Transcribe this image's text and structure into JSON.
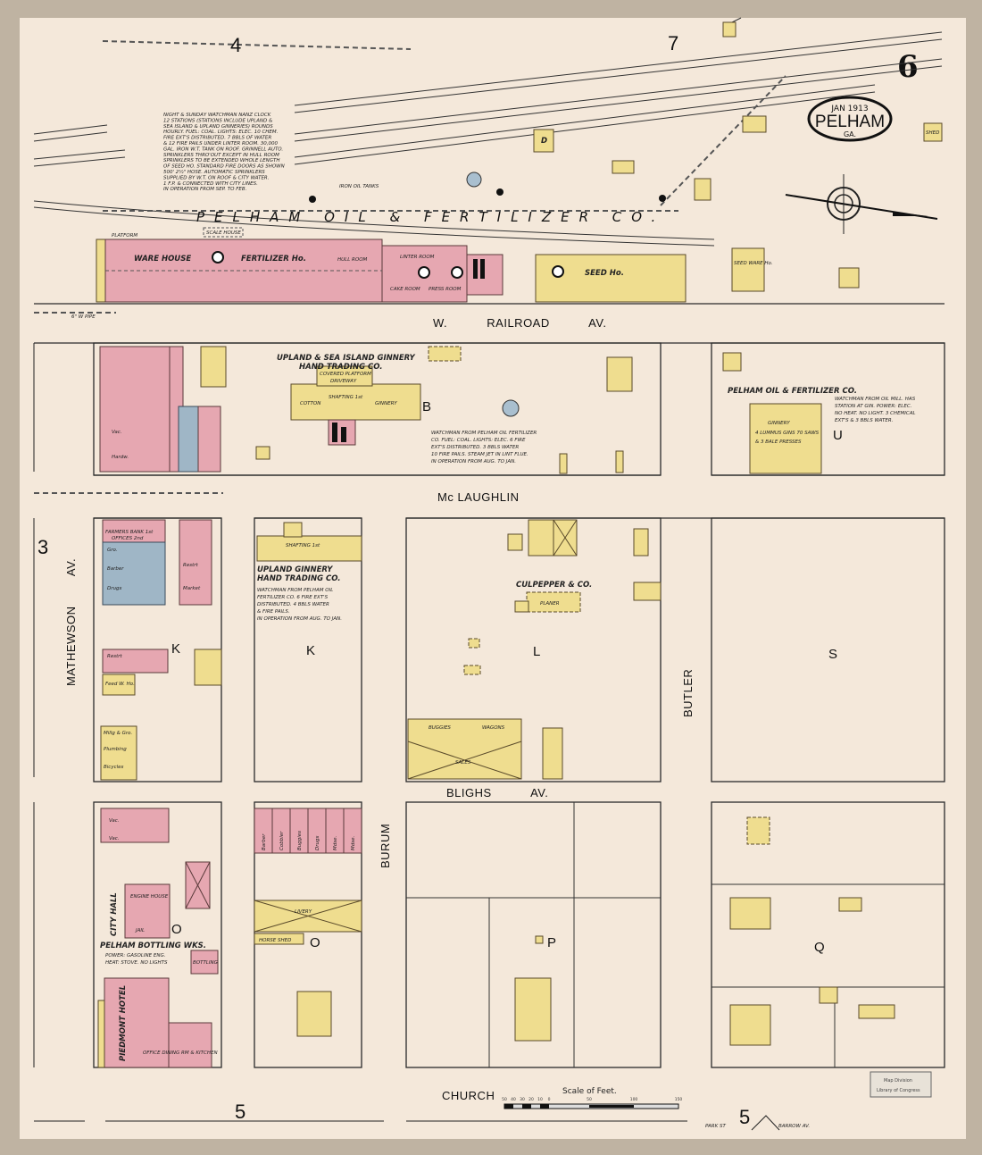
{
  "title": {
    "date": "JAN 1913",
    "city": "PELHAM",
    "state": "GA.",
    "sheet_number": "6"
  },
  "adjacent_sheets": {
    "top_left": "4",
    "top_right": "7",
    "left": "3",
    "bottom_left": "5",
    "bottom_right": "5"
  },
  "streets": {
    "railroad": "W. RAILROAD AV.",
    "mclaughlin": "Mc LAUGHLIN",
    "blighs": "BLIGHS AV.",
    "church": "CHURCH",
    "mathewson": "MATHEWSON AV.",
    "burum": "BURUM",
    "butler": "BUTLER",
    "park": "PARK ST",
    "barrow": "BARROW AV.",
    "pipe": "6\" W PIPE"
  },
  "blocks": {
    "b": "B",
    "u": "U",
    "k1": "K",
    "k2": "K",
    "l": "L",
    "s": "S",
    "o1": "O",
    "o2": "O",
    "p": "P",
    "q": "Q"
  },
  "companies": {
    "pelham_oil": "PELHAM OIL & FERTILIZER CO.",
    "pelham_oil_u": "PELHAM OIL & FERTILIZER CO.",
    "upland_sea": "UPLAND & SEA ISLAND GINNERY",
    "upland_sea_2": "HAND TRADING CO.",
    "upland": "UPLAND GINNERY",
    "upland_2": "HAND TRADING CO.",
    "culpepper": "CULPEPPER & CO.",
    "bottling": "PELHAM BOTTLING WKS.",
    "hotel": "PIEDMONT HOTEL",
    "city_hall": "CITY HALL"
  },
  "building_labels": {
    "warehouse": "WARE HOUSE",
    "fertilizer": "FERTILIZER Ho.",
    "hull": "HULL ROOM",
    "linter": "LINTER ROOM",
    "cake": "CAKE ROOM",
    "press": "PRESS ROOM",
    "seed": "SEED Ho.",
    "seed_ware": "SEED WARE Ho.",
    "platform": "PLATFORM",
    "cotton": "COTTON",
    "shafting": "SHAFTING 1st",
    "ginnery": "GINNERY",
    "covered_platform": "COVERED PLATFORM",
    "driveway": "DRIVEWAY",
    "ginnery_u": "GINNERY",
    "lummus": "4 LUMMUS GINS 70 SAWS",
    "bale_presses": "& 3 BALE PRESSES",
    "planer": "PLANER",
    "farmers_bank": "FARMERS BANK 1st",
    "offices": "OFFICES 2nd",
    "gro": "Gro.",
    "barber": "Barber",
    "drugs": "Drugs",
    "restrt": "Restrt",
    "feed": "Feed W. Ho.",
    "millinery": "Millg & Gro.",
    "plumbing": "Plumbing",
    "bicycles": "Bicycles",
    "vac": "Vac.",
    "hardw": "Hardw.",
    "livery": "LIVERY",
    "horse_shed": "HORSE SHED",
    "buggies": "BUGGIES",
    "wagons": "WAGONS",
    "sales": "SALES",
    "engine_house": "ENGINE HOUSE",
    "jail": "JAIL",
    "office_dining": "OFFICE DINING RM & KITCHEN",
    "bottling": "BOTTLING",
    "dwelling": "D",
    "shed": "SHED",
    "iron_oil_tanks": "IRON OIL TANKS",
    "scale_house": "SCALE HOUSE",
    "market": "Market",
    "stores": [
      "Barber",
      "Cobbler",
      "Buggies",
      "Drugs",
      "Mdse.",
      "Mdse."
    ]
  },
  "notes": {
    "oil_mill": [
      "NIGHT & SUNDAY WATCHMAN NANZ CLOCK",
      "12 STATIONS (STATIONS INCLUDE UPLAND &",
      "SEA ISLAND & UPLAND GINNERIES) ROUNDS",
      "HOURLY. FUEL: COAL. LIGHTS: ELEC. 10 CHEM.",
      "FIRE EXT'S DISTRIBUTED. 7 BBLS OF WATER",
      "& 12 FIRE PAILS UNDER LINTER ROOM. 30,000",
      "GAL. IRON W.T. TANK ON ROOF. GRINNELL AUTO.",
      "SPRINKLERS THRO'OUT EXCEPT IN HULL ROOM",
      "SPRINKLERS TO BE EXTENDED WHOLE LENGTH",
      "OF SEED HO. STANDARD FIRE DOORS AS SHOWN",
      "500' 2½\" HOSE. AUTOMATIC SPRINKLERS",
      "SUPPLIED BY W.T. ON ROOF & CITY WATER.",
      "1 F.P. & CONNECTED WITH CITY LINES.",
      "IN OPERATION FROM SEP. TO FEB."
    ],
    "ginnery_b": [
      "WATCHMAN FROM PELHAM OIL FERTILIZER",
      "CO. FUEL: COAL. LIGHTS: ELEC. 6 FIRE",
      "EXT'S DISTRIBUTED. 3 BBLS WATER",
      "10 FIRE PAILS. STEAM JET IN LINT FLUE.",
      "IN OPERATION FROM AUG. TO JAN."
    ],
    "ginnery_u": [
      "WATCHMAN FROM OIL MILL. HAS",
      "STATION AT GIN. POWER: ELEC.",
      "NO HEAT. NO LIGHT. 3 CHEMICAL",
      "EXT'S & 3 BBLS WATER."
    ],
    "ginnery_k": [
      "WATCHMAN FROM PELHAM OIL",
      "FERTILIZER CO. 6 FIRE EXT'S",
      "DISTRIBUTED. 4 BBLS WATER",
      "& FIRE PAILS.",
      "IN OPERATION FROM AUG. TO JAN."
    ],
    "bottling": [
      "POWER: GASOLINE ENG.",
      "HEAT: STOVE. NO LIGHTS"
    ]
  },
  "scale": {
    "label": "Scale of Feet.",
    "ticks": [
      "50",
      "40",
      "30",
      "20",
      "10",
      "0",
      "50",
      "100",
      "150"
    ]
  },
  "stamp": {
    "line1": "Map Division",
    "line2": "Library of Congress"
  },
  "colors": {
    "paper": "#f4e8da",
    "brick": "#e6a7b1",
    "frame": "#efdd8f",
    "stone": "#9fb6c6"
  }
}
